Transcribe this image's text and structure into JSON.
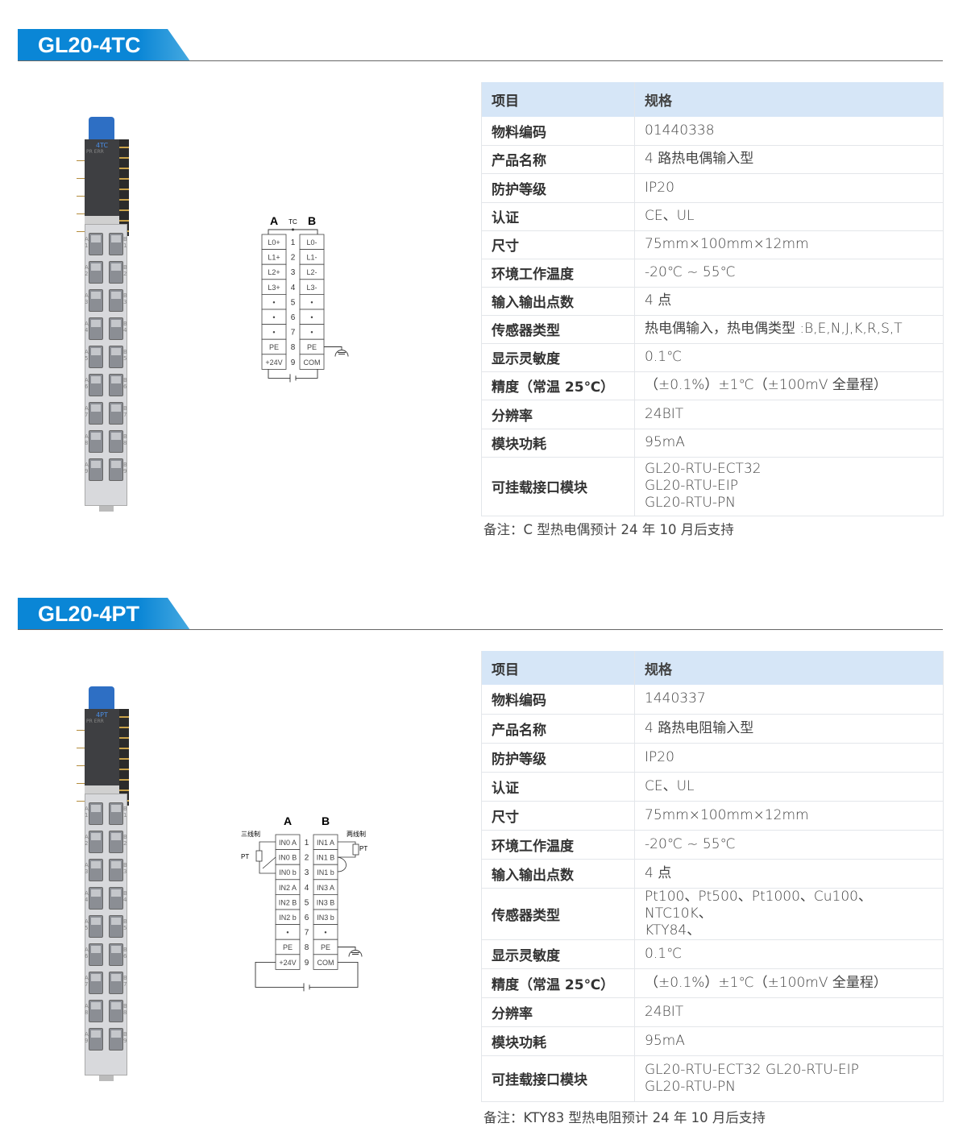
{
  "sections": [
    {
      "title": "GL20-4TC",
      "module": {
        "label": "4TC",
        "leds": "PR    ERR"
      },
      "table": {
        "header": [
          "项目",
          "规格"
        ],
        "rows": [
          {
            "k": "物料编码",
            "v": [
              "01440338"
            ]
          },
          {
            "k": "产品名称",
            "v": [
              "4 路热电偶输入型"
            ]
          },
          {
            "k": "防护等级",
            "v": [
              "IP20"
            ]
          },
          {
            "k": "认证",
            "v": [
              "CE、UL"
            ]
          },
          {
            "k": "尺寸",
            "v": [
              "75mm×100mm×12mm"
            ]
          },
          {
            "k": "环境工作温度",
            "v": [
              "-20℃ ~ 55℃"
            ]
          },
          {
            "k": "输入输出点数",
            "v": [
              "4 点"
            ]
          },
          {
            "k": "传感器类型",
            "v": [
              "热电偶输入，热电偶类型 :B,E,N,J,K,R,S,T"
            ]
          },
          {
            "k": "显示灵敏度",
            "v": [
              "0.1℃"
            ]
          },
          {
            "k": "精度（常温 25℃）",
            "v": [
              "（±0.1%）±1℃（±100mV 全量程）"
            ]
          },
          {
            "k": "分辨率",
            "v": [
              "24BIT"
            ]
          },
          {
            "k": "模块功耗",
            "v": [
              "95mA"
            ]
          },
          {
            "k": "可挂载接口模块",
            "v": [
              "GL20-RTU-ECT32",
              "GL20-RTU-EIP",
              "GL20-RTU-PN"
            ]
          }
        ]
      },
      "note": "备注：C 型热电偶预计 24 年 10 月后支持",
      "diagram": {
        "col_a": "A",
        "col_b": "B",
        "center": "TC",
        "a": [
          "L0+",
          "L1+",
          "L2+",
          "L3+",
          "•",
          "•",
          "•",
          "PE",
          "+24V"
        ],
        "num": [
          "1",
          "2",
          "3",
          "4",
          "5",
          "6",
          "7",
          "8",
          "9"
        ],
        "b": [
          "L0-",
          "L1-",
          "L2-",
          "L3-",
          "•",
          "•",
          "•",
          "PE",
          "COM"
        ]
      }
    },
    {
      "title": "GL20-4PT",
      "module": {
        "label": "4PT",
        "leds": "PR    ERR"
      },
      "table": {
        "header": [
          "项目",
          "规格"
        ],
        "rows": [
          {
            "k": "物料编码",
            "v": [
              "1440337"
            ]
          },
          {
            "k": "产品名称",
            "v": [
              "4 路热电阻输入型"
            ]
          },
          {
            "k": "防护等级",
            "v": [
              "IP20"
            ]
          },
          {
            "k": "认证",
            "v": [
              "CE、UL"
            ]
          },
          {
            "k": "尺寸",
            "v": [
              "75mm×100mm×12mm"
            ]
          },
          {
            "k": "环境工作温度",
            "v": [
              "-20℃ ~ 55℃"
            ]
          },
          {
            "k": "输入输出点数",
            "v": [
              "4 点"
            ]
          },
          {
            "k": "传感器类型",
            "v": [
              "Pt100、Pt500、Pt1000、Cu100、NTC10K、",
              "KTY84、"
            ]
          },
          {
            "k": "显示灵敏度",
            "v": [
              "0.1℃"
            ]
          },
          {
            "k": "精度（常温 25℃）",
            "v": [
              "（±0.1%）±1℃（±100mV 全量程）"
            ]
          },
          {
            "k": "分辨率",
            "v": [
              "24BIT"
            ]
          },
          {
            "k": "模块功耗",
            "v": [
              "95mA"
            ]
          },
          {
            "k": "可挂载接口模块",
            "v": [
              "GL20-RTU-ECT32      GL20-RTU-EIP",
              "GL20-RTU-PN"
            ]
          }
        ]
      },
      "note": "备注：KTY83 型热电阻预计 24 年 10 月后支持",
      "diagram": {
        "col_a": "A",
        "col_b": "B",
        "three_wire": "三线制",
        "two_wire": "两线制",
        "pt": "PT",
        "a": [
          "IN0 A",
          "IN0 B",
          "IN0 b",
          "IN2 A",
          "IN2 B",
          "IN2 b",
          "•",
          "PE",
          "+24V"
        ],
        "num": [
          "1",
          "2",
          "3",
          "4",
          "5",
          "6",
          "7",
          "8",
          "9"
        ],
        "b": [
          "IN1 A",
          "IN1 B",
          "IN1 b",
          "IN3 A",
          "IN3 B",
          "IN3 b",
          "•",
          "PE",
          "COM"
        ]
      }
    }
  ]
}
